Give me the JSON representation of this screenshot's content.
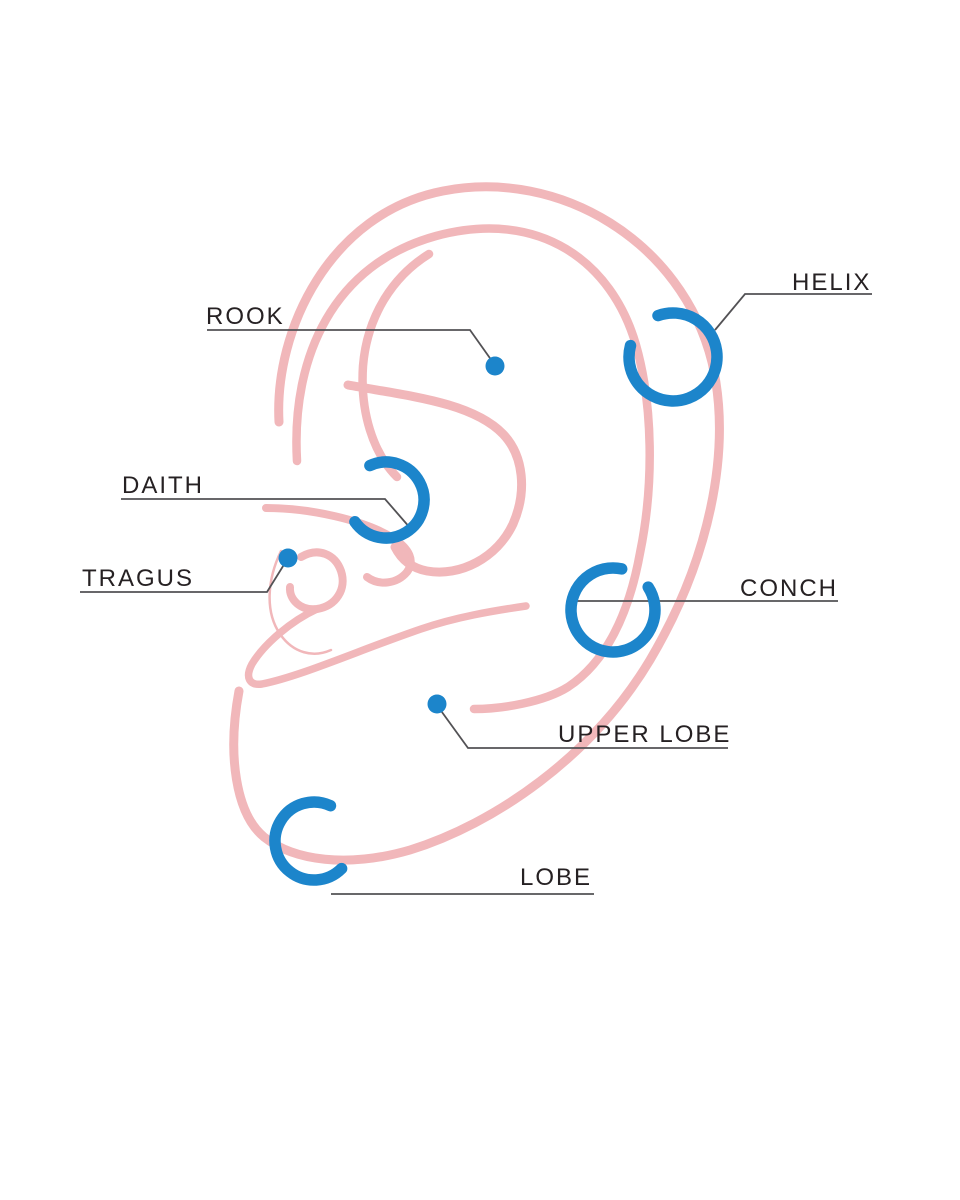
{
  "diagram": {
    "subject": "ear piercing locations",
    "labels": [
      {
        "id": "rook",
        "text": "ROOK",
        "marker": "dot"
      },
      {
        "id": "helix",
        "text": "HELIX",
        "marker": "ring"
      },
      {
        "id": "daith",
        "text": "DAITH",
        "marker": "ring"
      },
      {
        "id": "tragus",
        "text": "TRAGUS",
        "marker": "dot"
      },
      {
        "id": "conch",
        "text": "CONCH",
        "marker": "ring"
      },
      {
        "id": "upper_lobe",
        "text": "UPPER LOBE",
        "marker": "dot"
      },
      {
        "id": "lobe",
        "text": "LOBE",
        "marker": "ring"
      }
    ],
    "colors": {
      "background": "#FFFFFF",
      "ear": "#F1B7BA",
      "jewelry": "#1C85CB",
      "text": "#262123",
      "line": "#535255"
    }
  }
}
